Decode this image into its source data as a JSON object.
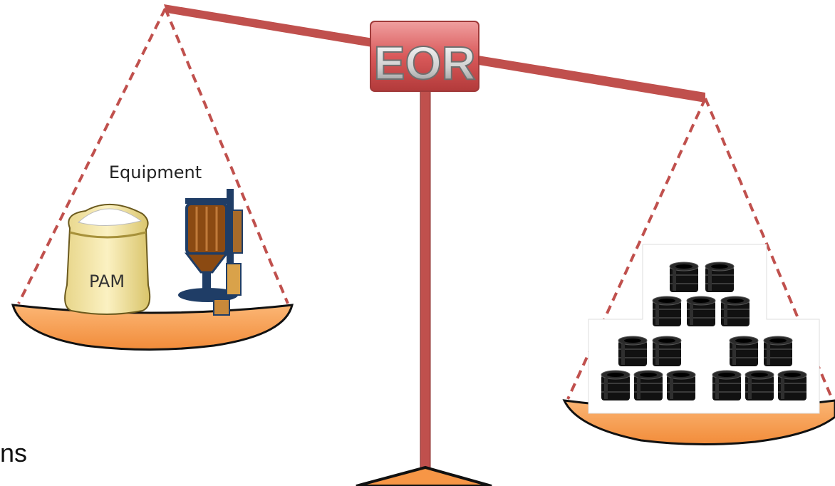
{
  "diagram": {
    "center_label": "EOR",
    "left_pan": {
      "heading": "Equipment",
      "bag_label": "PAM",
      "items": [
        "sack-of-pam",
        "pump-equipment"
      ]
    },
    "right_pan": {
      "items": [
        "stacked-oil-barrels"
      ]
    },
    "edge_text": "ns"
  },
  "colors": {
    "beam": "#c0504d",
    "pan_fill": "#f79646",
    "pan_stroke": "#1a1a1a",
    "rope": "#c0504d",
    "eor_box": "#d9595a",
    "barrel": "#111111",
    "sack": "#f5e7a6",
    "pump": "#8b4a12"
  }
}
